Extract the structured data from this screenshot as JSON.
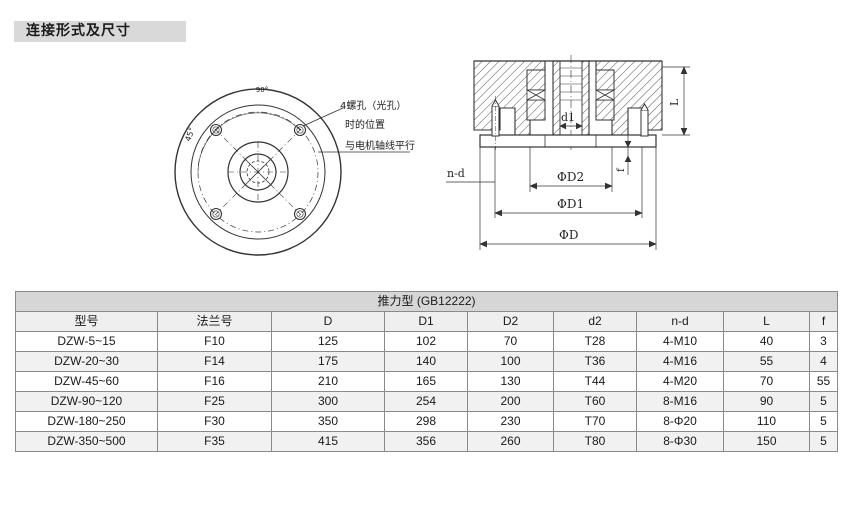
{
  "section_title": "连接形式及尺寸",
  "front_view": {
    "angle_top": "90°",
    "angle_side": "45°",
    "callout_line1": "4螺孔（光孔）",
    "callout_line2": "时的位置",
    "callout_line3": "与电机轴线平行"
  },
  "section_view": {
    "label_L": "L",
    "label_d1": "d1",
    "label_f": "f",
    "label_nd": "n-d",
    "label_D2": "ΦD2",
    "label_D1": "ΦD1",
    "label_D": "ΦD"
  },
  "table": {
    "caption": "推力型    (GB12222)",
    "columns": [
      "型号",
      "法兰号",
      "D",
      "D1",
      "D2",
      "d2",
      "n-d",
      "L",
      "f"
    ],
    "rows": [
      [
        "DZW-5~15",
        "F10",
        "125",
        "102",
        "70",
        "T28",
        "4-M10",
        "40",
        "3"
      ],
      [
        "DZW-20~30",
        "F14",
        "175",
        "140",
        "100",
        "T36",
        "4-M16",
        "55",
        "4"
      ],
      [
        "DZW-45~60",
        "F16",
        "210",
        "165",
        "130",
        "T44",
        "4-M20",
        "70",
        "55"
      ],
      [
        "DZW-90~120",
        "F25",
        "300",
        "254",
        "200",
        "T60",
        "8-M16",
        "90",
        "5"
      ],
      [
        "DZW-180~250",
        "F30",
        "350",
        "298",
        "230",
        "T70",
        "8-Φ20",
        "110",
        "5"
      ],
      [
        "DZW-350~500",
        "F35",
        "415",
        "356",
        "260",
        "T80",
        "8-Φ30",
        "150",
        "5"
      ]
    ]
  }
}
